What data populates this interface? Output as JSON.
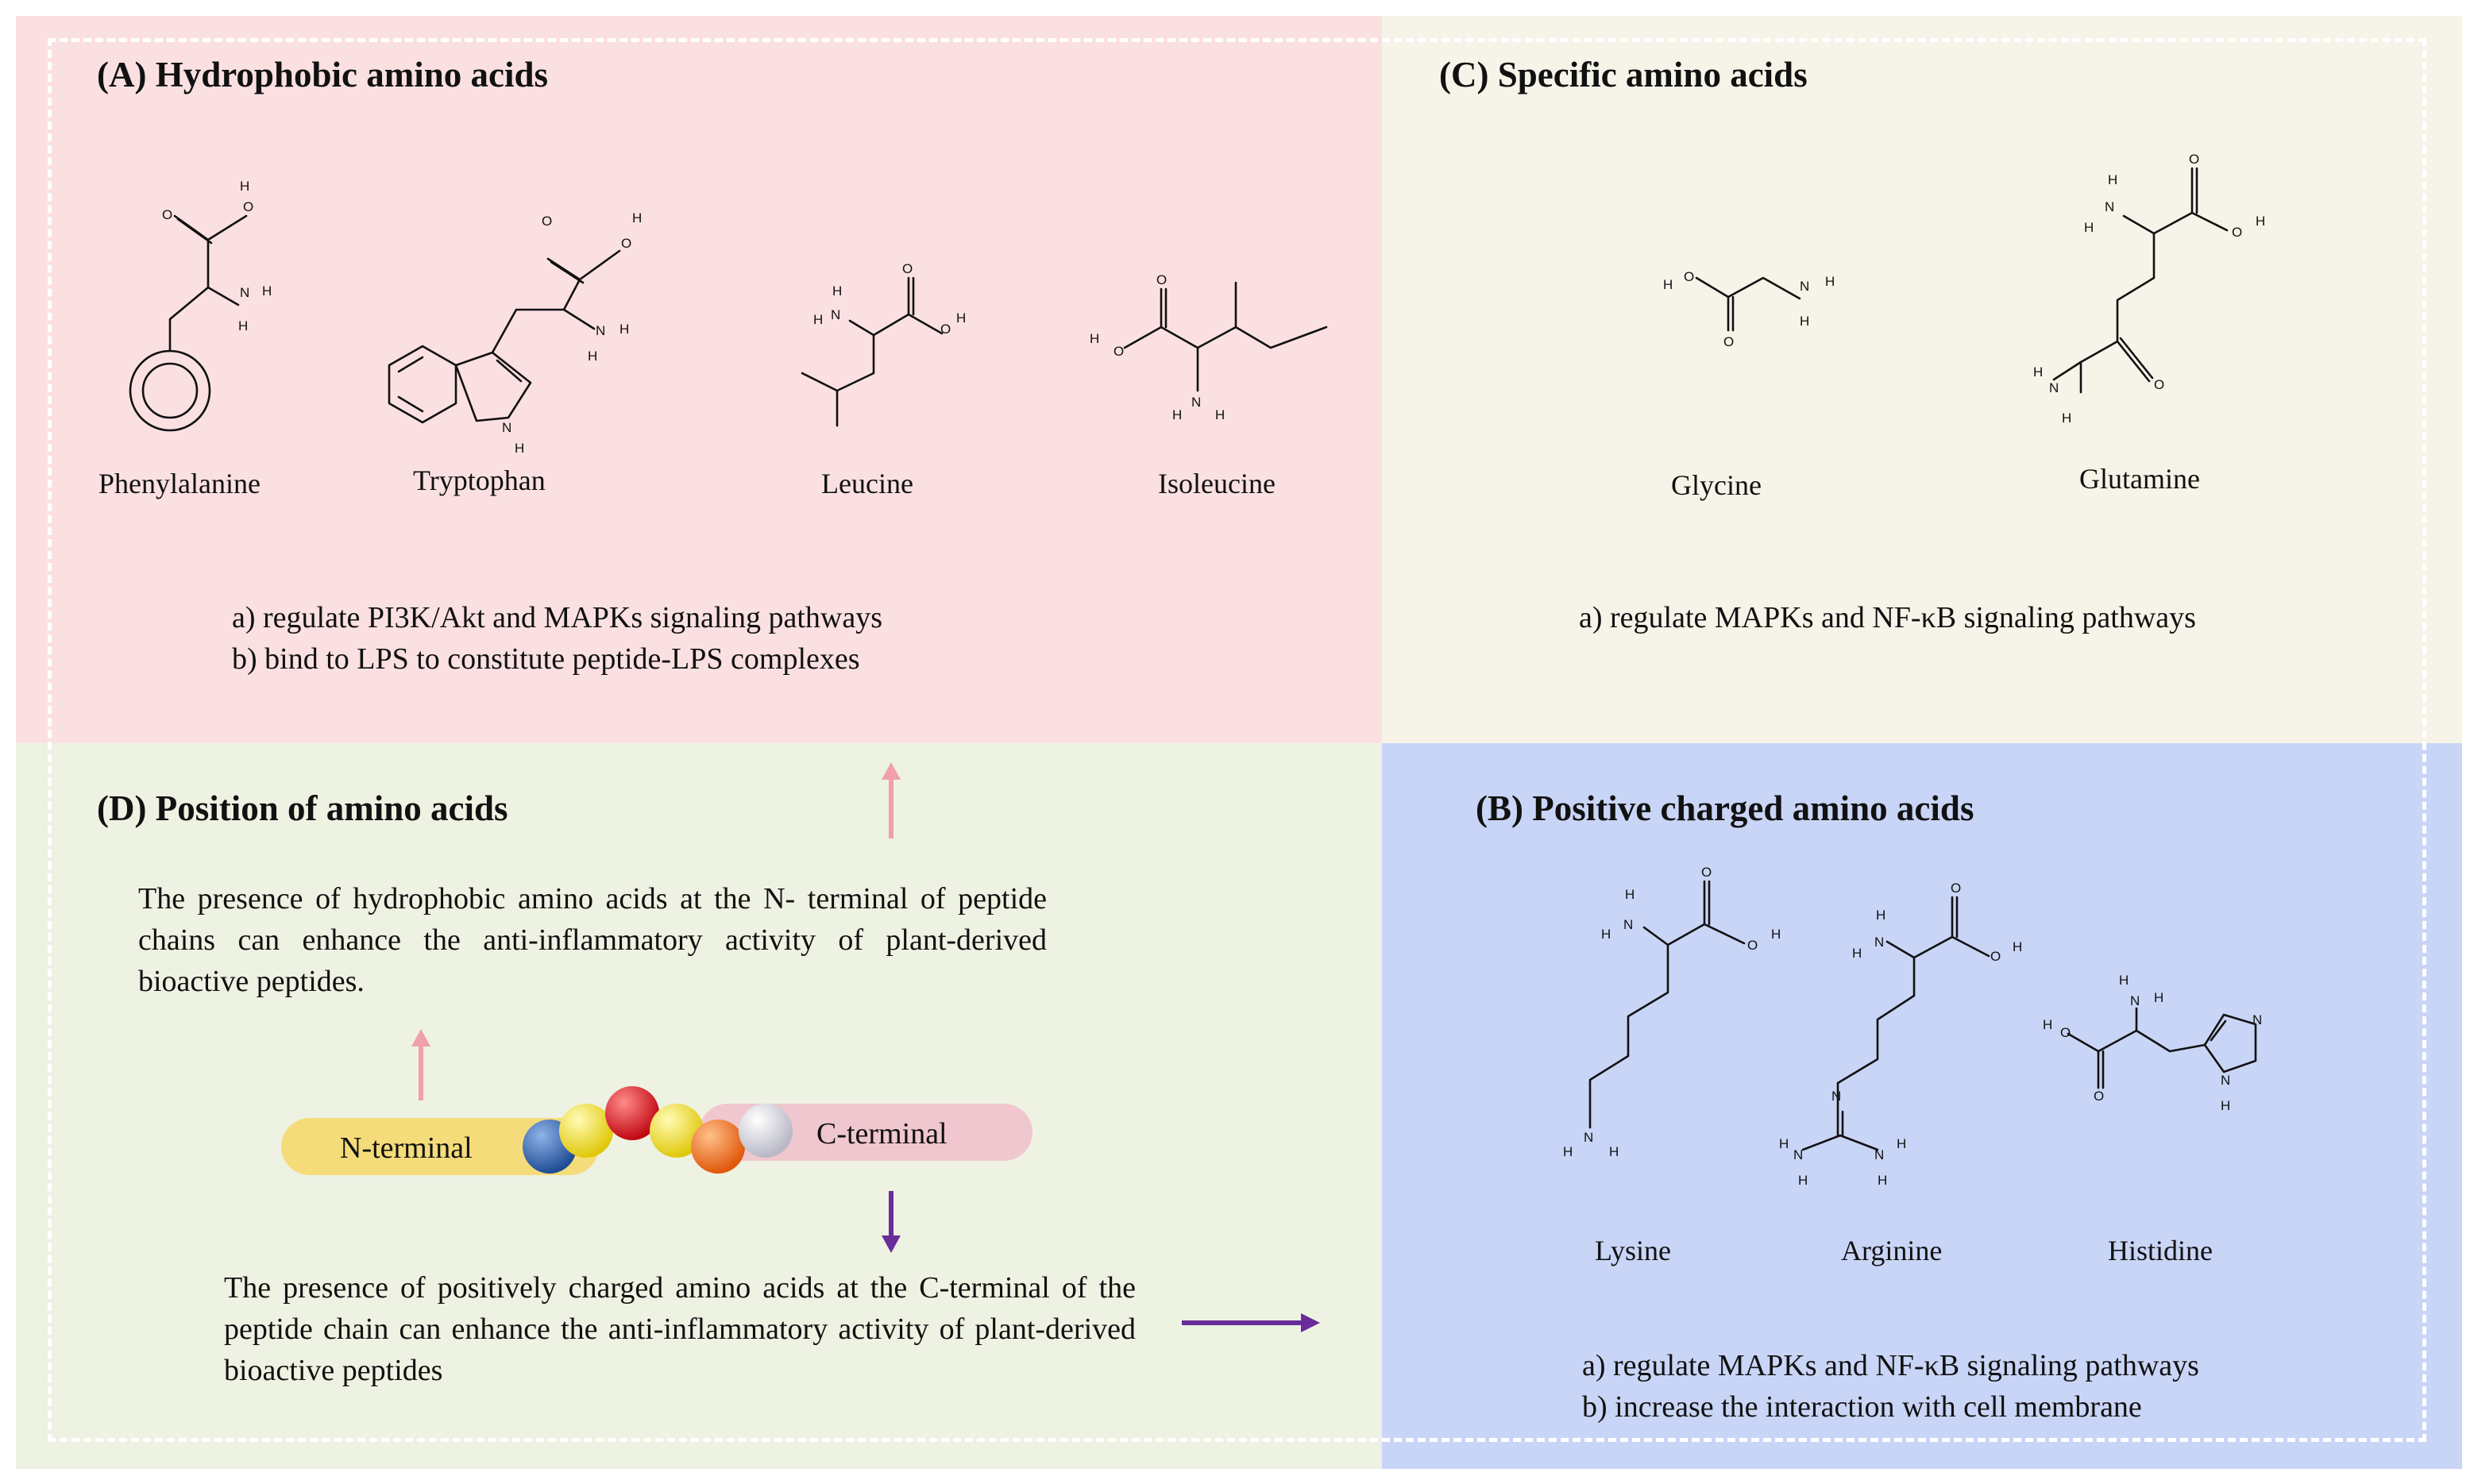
{
  "panels": {
    "a": {
      "title": "(A) Hydrophobic amino acids",
      "molecules": [
        "Phenylalanine",
        "Tryptophan",
        "Leucine",
        "Isoleucine"
      ],
      "effects": [
        "a) regulate PI3K/Akt and  MAPKs signaling pathways",
        "b) bind to LPS to constitute peptide-LPS complexes"
      ]
    },
    "c": {
      "title": "(C) Specific amino acids",
      "molecules": [
        "Glycine",
        "Glutamine"
      ],
      "effects": [
        "a) regulate MAPKs and NF-κB signaling pathways"
      ]
    },
    "d": {
      "title": "(D) Position of amino acids",
      "n_text": "The presence of hydrophobic amino acids at the N- terminal of peptide chains can enhance the anti-inflammatory activity of plant-derived bioactive peptides.",
      "n_label": "N-terminal",
      "c_label": "C-terminal",
      "c_text": "The presence of positively charged amino acids at the C-terminal of the peptide chain can enhance the anti-inflammatory activity of plant-derived bioactive peptides"
    },
    "b": {
      "title": "(B) Positive charged amino acids",
      "molecules": [
        "Lysine",
        "Arginine",
        "Histidine"
      ],
      "effects": [
        "a) regulate MAPKs and NF-κB signaling pathways",
        "b) increase the interaction with cell membrane"
      ]
    }
  },
  "atoms": {
    "H": "H",
    "N": "N",
    "O": "O"
  },
  "colors": {
    "panel_a": "#fbe0e2",
    "panel_c": "#f6f3e8",
    "panel_d": "#eef2e2",
    "panel_b": "#c9d5f6",
    "pink_arrow": "#f0a0ab",
    "purple_arrow": "#6a2c9a",
    "n_terminal_bar": "#f5dc7a",
    "c_terminal_bar": "#f0c7ce",
    "beads": [
      "#2f5fa7",
      "#f2e21c",
      "#d8141c",
      "#f2e21c",
      "#f06a1c",
      "#e4e4ea"
    ]
  },
  "icons": [
    "arrow-up-icon",
    "arrow-down-icon",
    "arrow-right-icon",
    "peptide-chain-icon",
    "molecule-structure-icon"
  ]
}
